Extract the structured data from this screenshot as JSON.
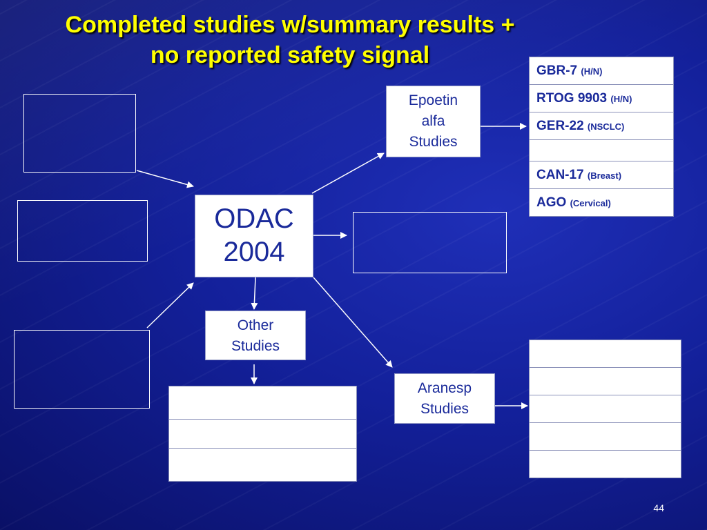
{
  "slide": {
    "title_line1": "Completed studies w/summary results +",
    "title_line2": "no reported safety signal",
    "page_number": "44"
  },
  "nodes": {
    "odac_line1": "ODAC",
    "odac_line2": "2004",
    "epoetin_line1": "Epoetin",
    "epoetin_line2": "alfa",
    "epoetin_line3": "Studies",
    "other_line1": "Other",
    "other_line2": "Studies",
    "aranesp_line1": "Aranesp",
    "aranesp_line2": "Studies"
  },
  "epoetin_studies": [
    {
      "name": "GBR-7",
      "detail": "(H/N)"
    },
    {
      "name": "RTOG 9903",
      "detail": "(H/N)"
    },
    {
      "name": "GER-22",
      "detail": "(NSCLC)"
    },
    {
      "name": "",
      "detail": ""
    },
    {
      "name": "CAN-17",
      "detail": "(Breast)"
    },
    {
      "name": "AGO",
      "detail": "(Cervical)"
    }
  ],
  "colors": {
    "title": "#ffff00",
    "background": "#13209a",
    "box_text": "#1a2a9a"
  }
}
